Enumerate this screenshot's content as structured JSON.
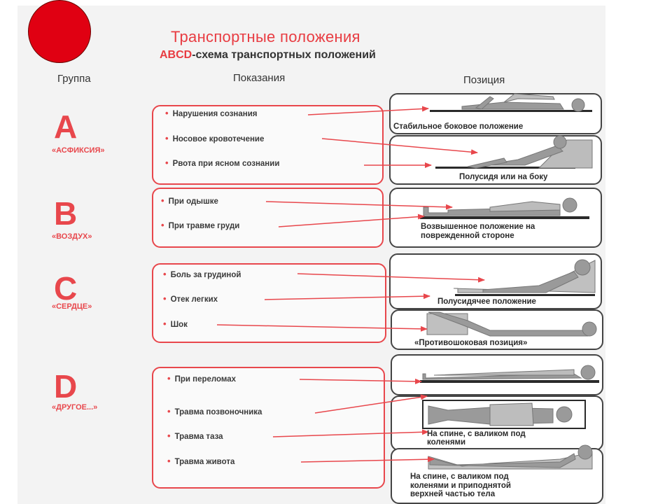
{
  "header": {
    "title": "Транспортные положения",
    "subtitle_prefix": "ABCD",
    "subtitle_rest": "-схема транспортных положений"
  },
  "columns": {
    "group": "Группа",
    "indications": "Показания",
    "position": "Позиция"
  },
  "groups": [
    {
      "letter": "A",
      "name": "«АСФИКСИЯ»",
      "indications": [
        "Нарушения сознания",
        "Носовое кровотечение",
        "Рвота при ясном сознании"
      ]
    },
    {
      "letter": "B",
      "name": "«ВОЗДУХ»",
      "indications": [
        "При одышке",
        "При травме груди"
      ]
    },
    {
      "letter": "C",
      "name": "«СЕРДЦЕ»",
      "indications": [
        "Боль за грудиной",
        "Отек легких",
        "Шок"
      ]
    },
    {
      "letter": "D",
      "name": "«ДРУГОЕ...»",
      "indications": [
        "При переломах",
        "Травма позвоночника",
        "Травма таза",
        "Травма живота"
      ]
    }
  ],
  "positions": [
    "Стабильное боковое положение",
    "Полусидя или на боку",
    "Возвышенное положение на",
    "поврежденной стороне",
    "Полусидячее положение",
    "«Противошоковая позиция»",
    "На спине, с валиком под",
    "коленями",
    "На спине, с валиком под",
    "коленями и приподнятой",
    "верхней частью тела"
  ],
  "colors": {
    "accent": "#e8474c",
    "red_dot": "#e00012",
    "figure": "#9a9a9a"
  }
}
